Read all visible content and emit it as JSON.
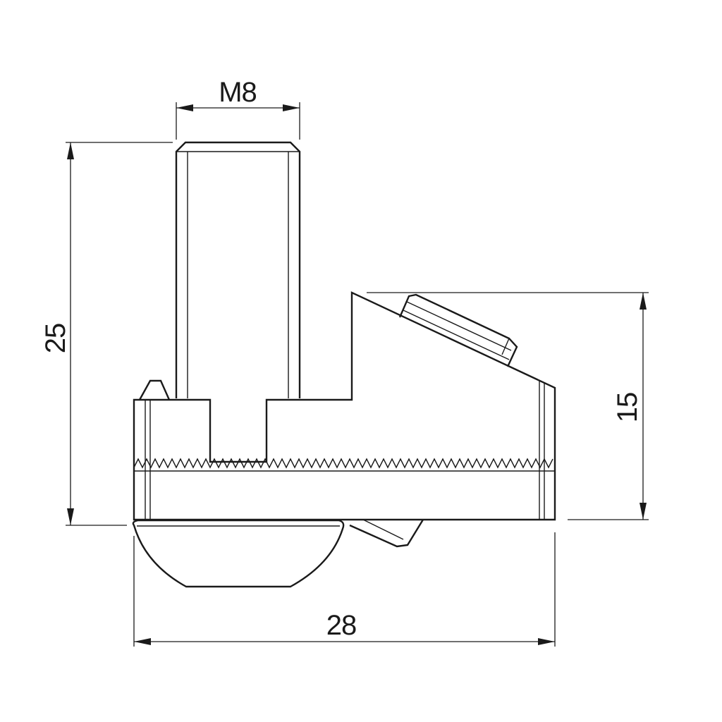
{
  "drawing": {
    "dimensions": {
      "thread": "M8",
      "total_height": "25",
      "body_height": "15",
      "total_width": "28"
    }
  },
  "colors": {
    "line": "#1a1a1a",
    "background": "#ffffff"
  }
}
